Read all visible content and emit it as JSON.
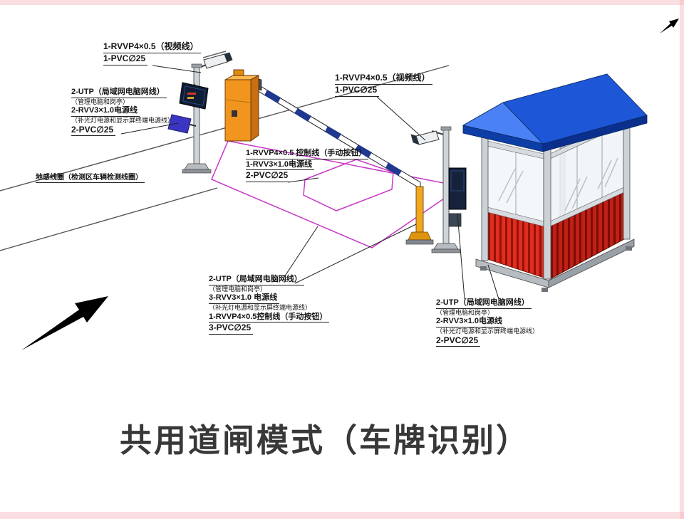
{
  "title": "共用道闸模式（车牌识别）",
  "colors": {
    "roof_blue": "#1d57d8",
    "wall_red": "#df2d20",
    "cabinet_orange": "#f2951f",
    "loop_magenta": "#c837c8",
    "boom_stripe_blue": "#20388f"
  },
  "icons": {
    "direction_arrow": "large black drive-direction arrow pointing upper-right",
    "corner_arrow": "small black arrow in top-right corner"
  },
  "labels": {
    "entry_camera": {
      "line1": "1-RVVP4×0.5（视频线）",
      "line2": "1-PVC∅25"
    },
    "entry_pole": {
      "line1": "2-UTP（局域网电脑网线）",
      "line2": "（管理电脑和岗亭）",
      "line3": "2-RVV3×1.0电源线",
      "line4": "（补光灯电源和显示屏终端电源线）",
      "line5": "2-PVC∅25"
    },
    "ground_loop": {
      "line1": "地感线圈（检测区车辆检测线圈）"
    },
    "barrier": {
      "line1": "1-RVVP4×0.5 控制线（手动按钮）",
      "line2": "1-RVV3×1.0电源线",
      "line3": "2-PVC∅25"
    },
    "exit_camera": {
      "line1": "1-RVVP4×0.5（视频线）",
      "line2": "1-PVC∅25"
    },
    "exit_pole": {
      "line1": "2-UTP（局域网电脑网线）",
      "line2": "（管理电脑和岗亭）",
      "line3": "3-RVV3×1.0 电源线",
      "line4": "（补光灯电源和显示屏终端电源线）",
      "line5": "1-RVVP4×0.5控制线（手动按钮）",
      "line6": "3-PVC∅25"
    },
    "booth": {
      "line1": "2-UTP（局域网电脑网线）",
      "line2": "（管理电脑和岗亭）",
      "line3": "2-RVV3×1.0电源线",
      "line4": "（补光灯电源和显示屏终端电源线）",
      "line5": "2-PVC∅25"
    }
  }
}
